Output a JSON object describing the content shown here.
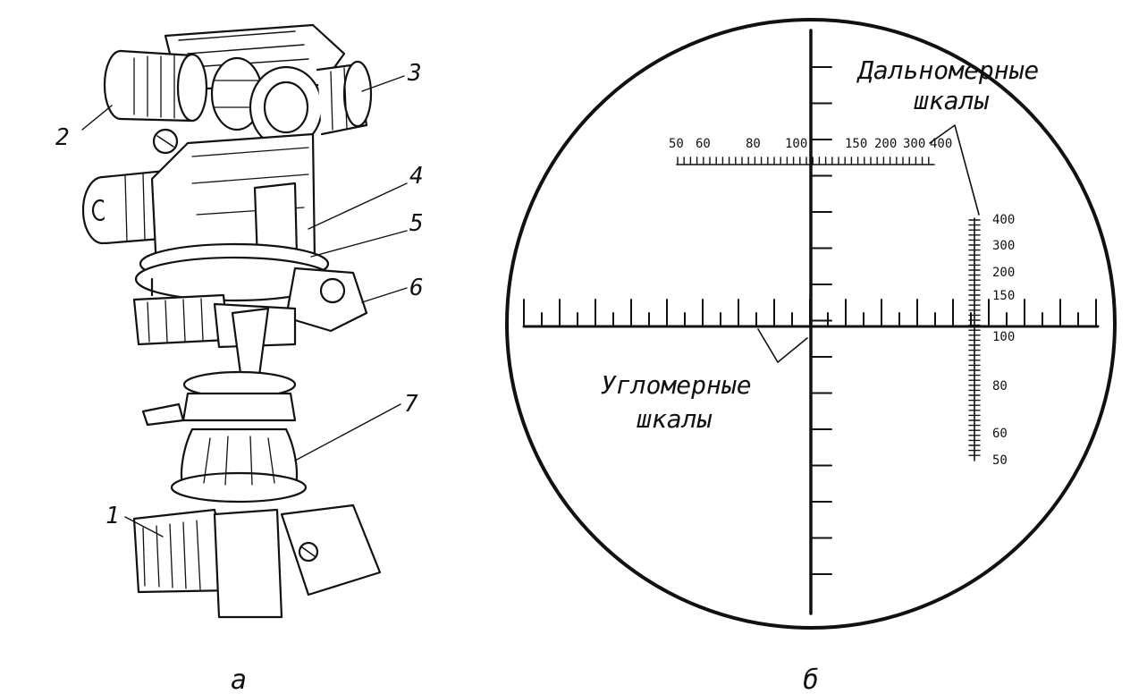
{
  "part_a": {
    "caption": "а",
    "callouts": [
      "1",
      "2",
      "3",
      "4",
      "5",
      "6",
      "7"
    ]
  },
  "part_b": {
    "caption": "б",
    "rangefinder_label_line1": "Дальномерные",
    "rangefinder_label_line2": "шкалы",
    "goniometer_label_line1": "Угломерные",
    "goniometer_label_line2": "шкалы",
    "horizontal_scale_values": [
      "50",
      "60",
      "80",
      "100",
      "150",
      "200",
      "300",
      "400"
    ],
    "vertical_scale_values": [
      "400",
      "300",
      "200",
      "150",
      "100",
      "80",
      "60",
      "50"
    ]
  },
  "colors": {
    "ink": "#111111",
    "paper": "#ffffff"
  }
}
